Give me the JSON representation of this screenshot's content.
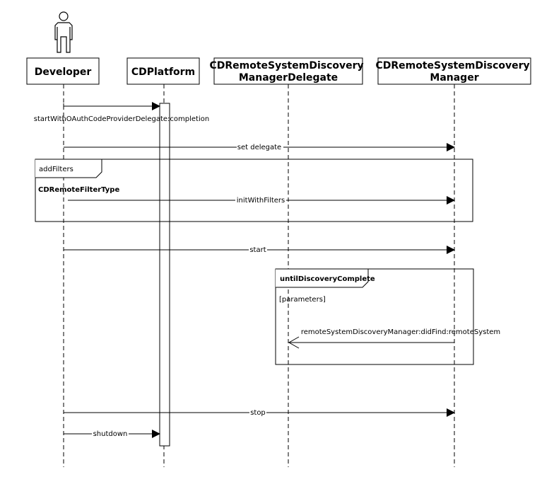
{
  "participants": [
    {
      "id": "developer",
      "label_lines": [
        "Developer"
      ],
      "is_actor": true
    },
    {
      "id": "cdplatform",
      "label_lines": [
        "CDPlatform"
      ]
    },
    {
      "id": "delegate",
      "label_lines": [
        "CDRemoteSystemDiscovery",
        "ManagerDelegate"
      ]
    },
    {
      "id": "manager",
      "label_lines": [
        "CDRemoteSystemDiscovery",
        "Manager"
      ]
    }
  ],
  "messages": [
    {
      "id": "msg-start-oauth",
      "from": "developer",
      "to": "cdplatform",
      "label": "startWithOAuthCodeProviderDelegate:completion"
    },
    {
      "id": "msg-set-delegate",
      "from": "developer",
      "to": "manager",
      "label": "set delegate"
    },
    {
      "id": "msg-init-filters",
      "from": "developer",
      "to": "manager",
      "label": "initWithFilters"
    },
    {
      "id": "msg-start",
      "from": "developer",
      "to": "manager",
      "label": "start"
    },
    {
      "id": "msg-did-find",
      "from": "manager",
      "to": "delegate",
      "label": "remoteSystemDiscoveryManager:didFind:remoteSystem",
      "style": "open-arrow"
    },
    {
      "id": "msg-stop",
      "from": "developer",
      "to": "manager",
      "label": "stop"
    },
    {
      "id": "msg-shutdown",
      "from": "developer",
      "to": "cdplatform",
      "label": "shutdown"
    }
  ],
  "frames": [
    {
      "id": "frame-addfilters",
      "title": "addFilters",
      "guard": "CDRemoteFilterType"
    },
    {
      "id": "frame-until",
      "title": "untilDiscoveryComplete",
      "guard": "[parameters]"
    }
  ]
}
